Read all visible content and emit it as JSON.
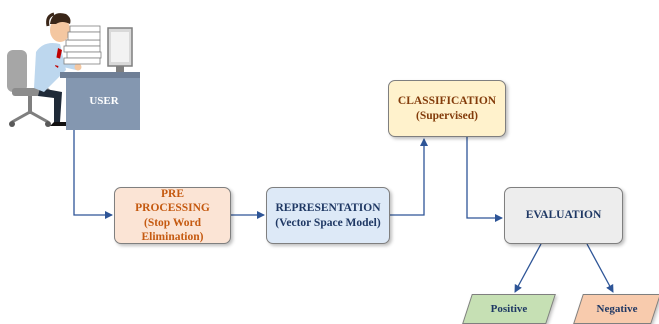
{
  "user": {
    "label": "USER"
  },
  "nodes": {
    "pre_processing": {
      "line1": "PRE",
      "line2": "PROCESSING",
      "line3": "(Stop Word",
      "line4": "Elimination)"
    },
    "representation": {
      "line1": "REPRESENTATION",
      "line2": "(Vector Space Model)"
    },
    "classification": {
      "line1": "CLASSIFICATION",
      "line2": "(Supervised)"
    },
    "evaluation": {
      "line1": "EVALUATION"
    }
  },
  "outputs": {
    "positive": "Positive",
    "negative": "Negative"
  },
  "colors": {
    "pre_processing": "#fbe4d5",
    "representation": "#dde9f7",
    "classification": "#fff2cc",
    "evaluation": "#ededed",
    "positive": "#c6e0b4",
    "negative": "#f8cbad",
    "text": "#1f3864",
    "arrow": "#2e5597",
    "desk": "#8497b0"
  }
}
